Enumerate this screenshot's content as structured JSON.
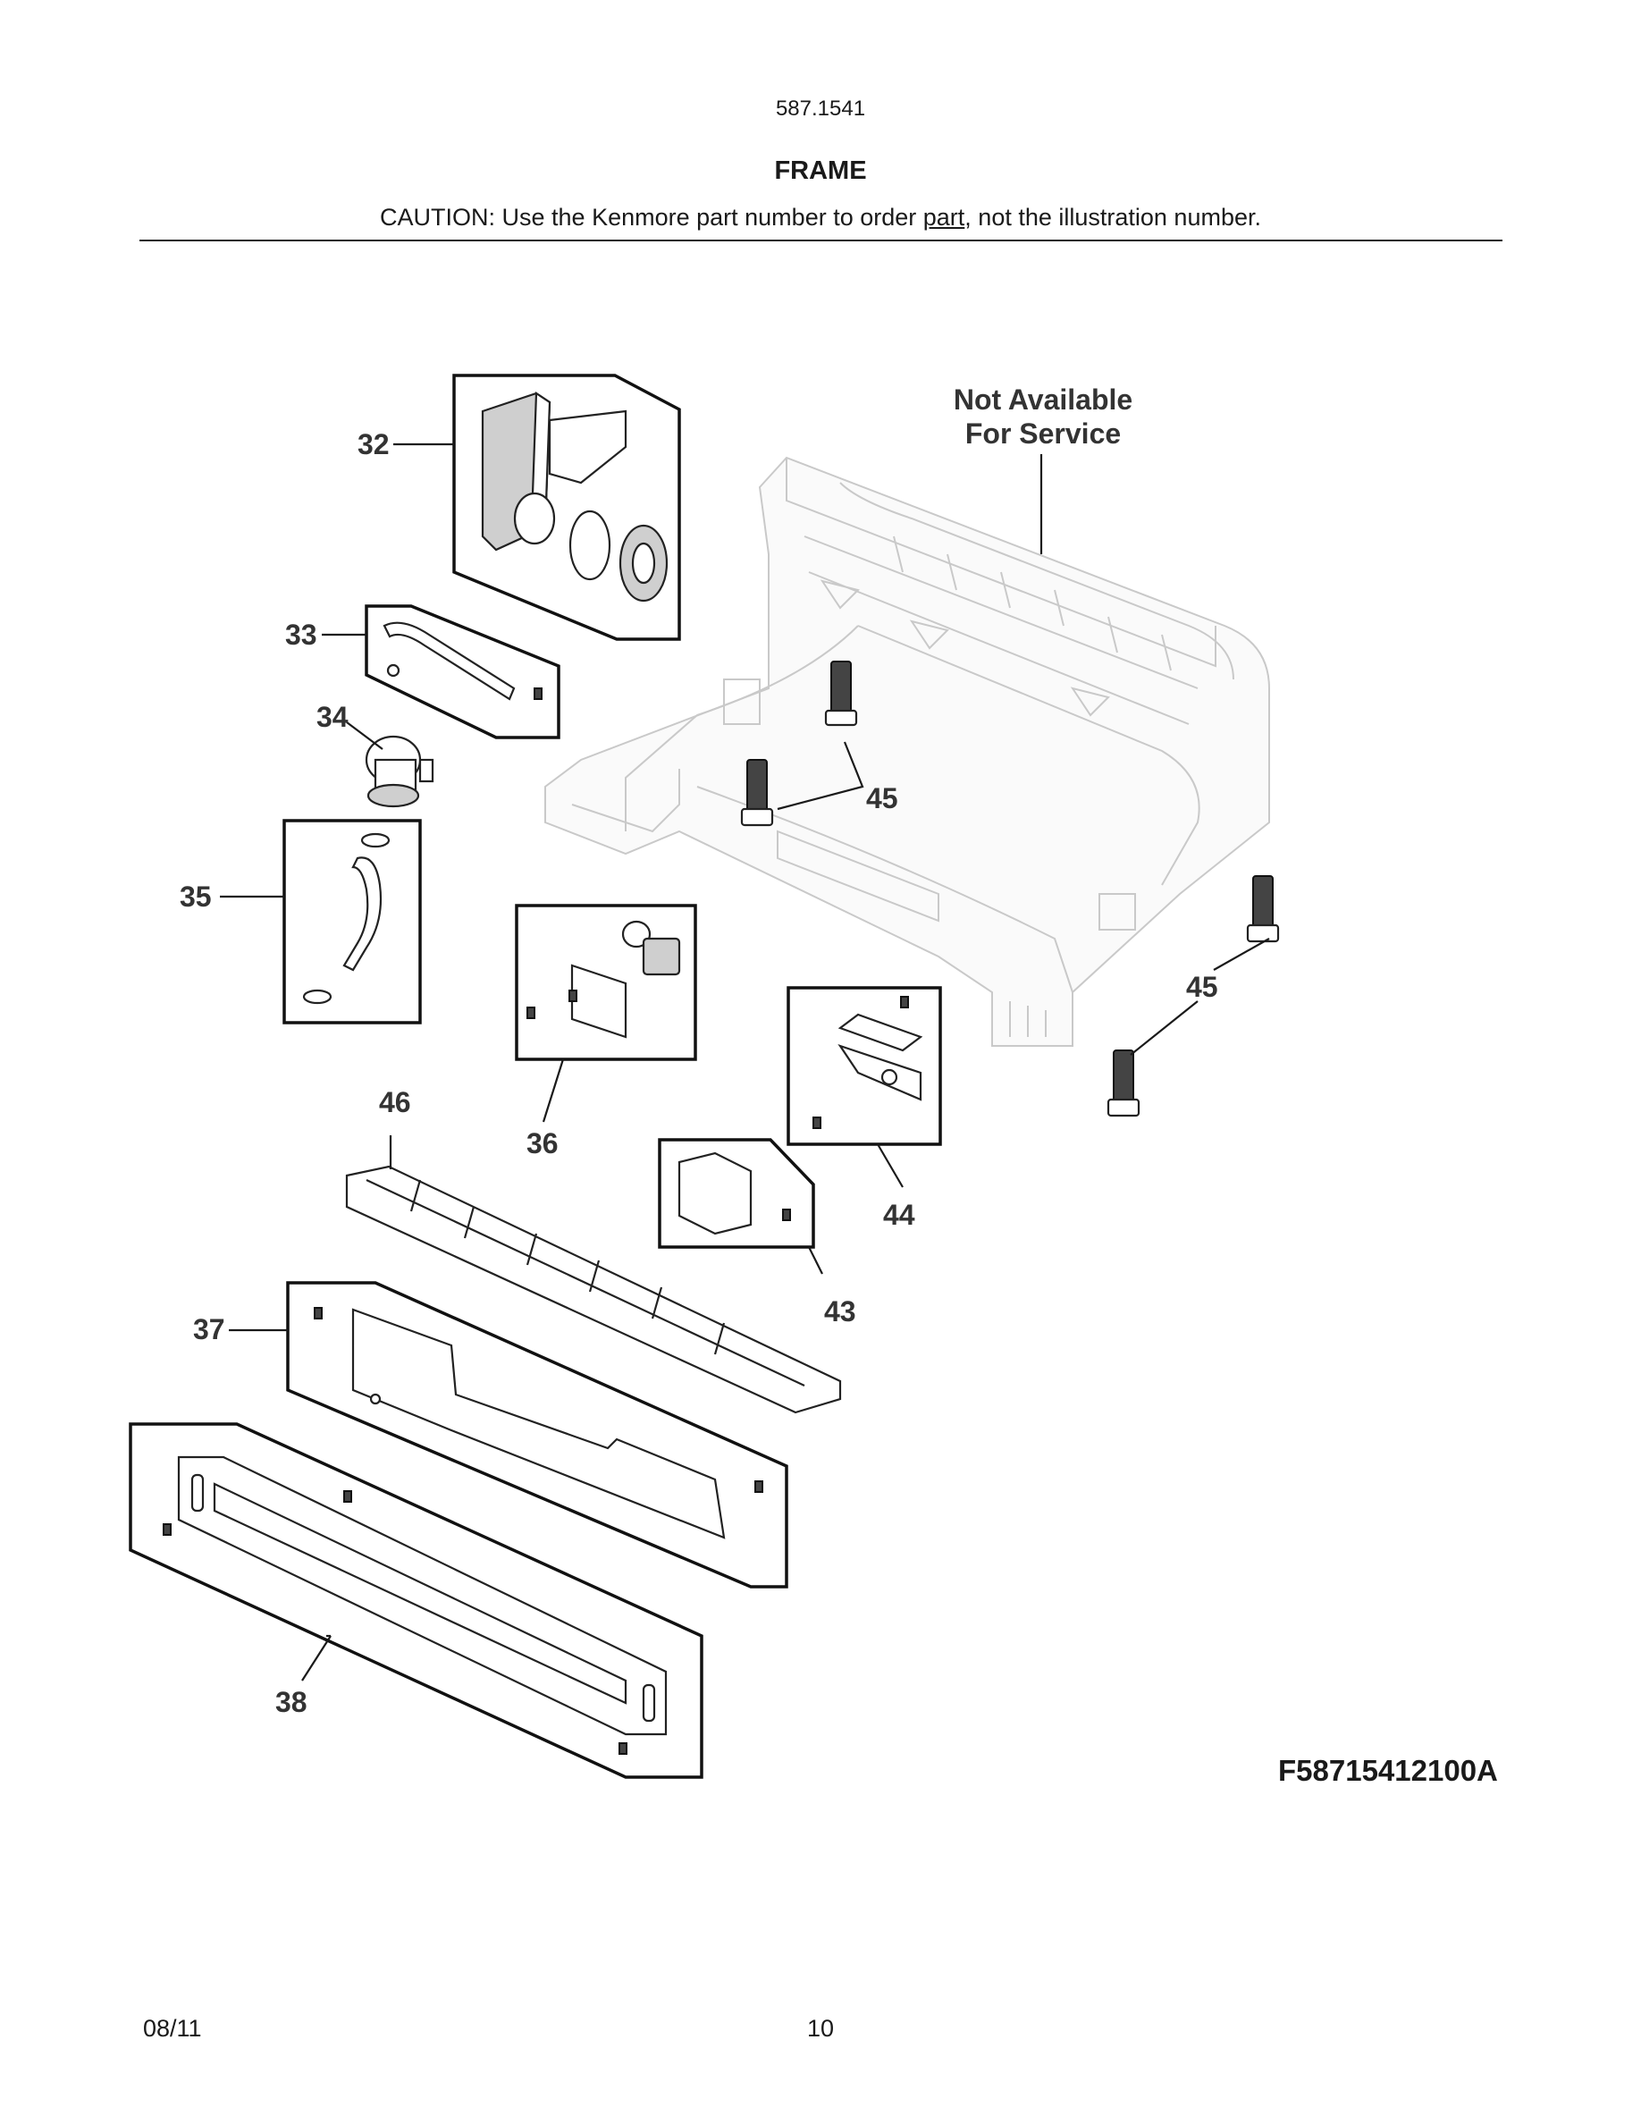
{
  "header": {
    "model_number": "587.1541",
    "section_title": "FRAME",
    "caution_before": "CAUTION: Use the Kenmore part number to order ",
    "caution_underlined": "part",
    "caution_after": ", not the illustration number."
  },
  "diagram": {
    "not_available_line1": "Not Available",
    "not_available_line2": "For Service",
    "callouts": {
      "c32": "32",
      "c33": "33",
      "c34": "34",
      "c35": "35",
      "c36": "36",
      "c37": "37",
      "c38": "38",
      "c43": "43",
      "c44": "44",
      "c45a": "45",
      "c45b": "45",
      "c46": "46"
    },
    "figure_id": "F58715412100A"
  },
  "footer": {
    "date": "08/11",
    "page_number": "10"
  }
}
